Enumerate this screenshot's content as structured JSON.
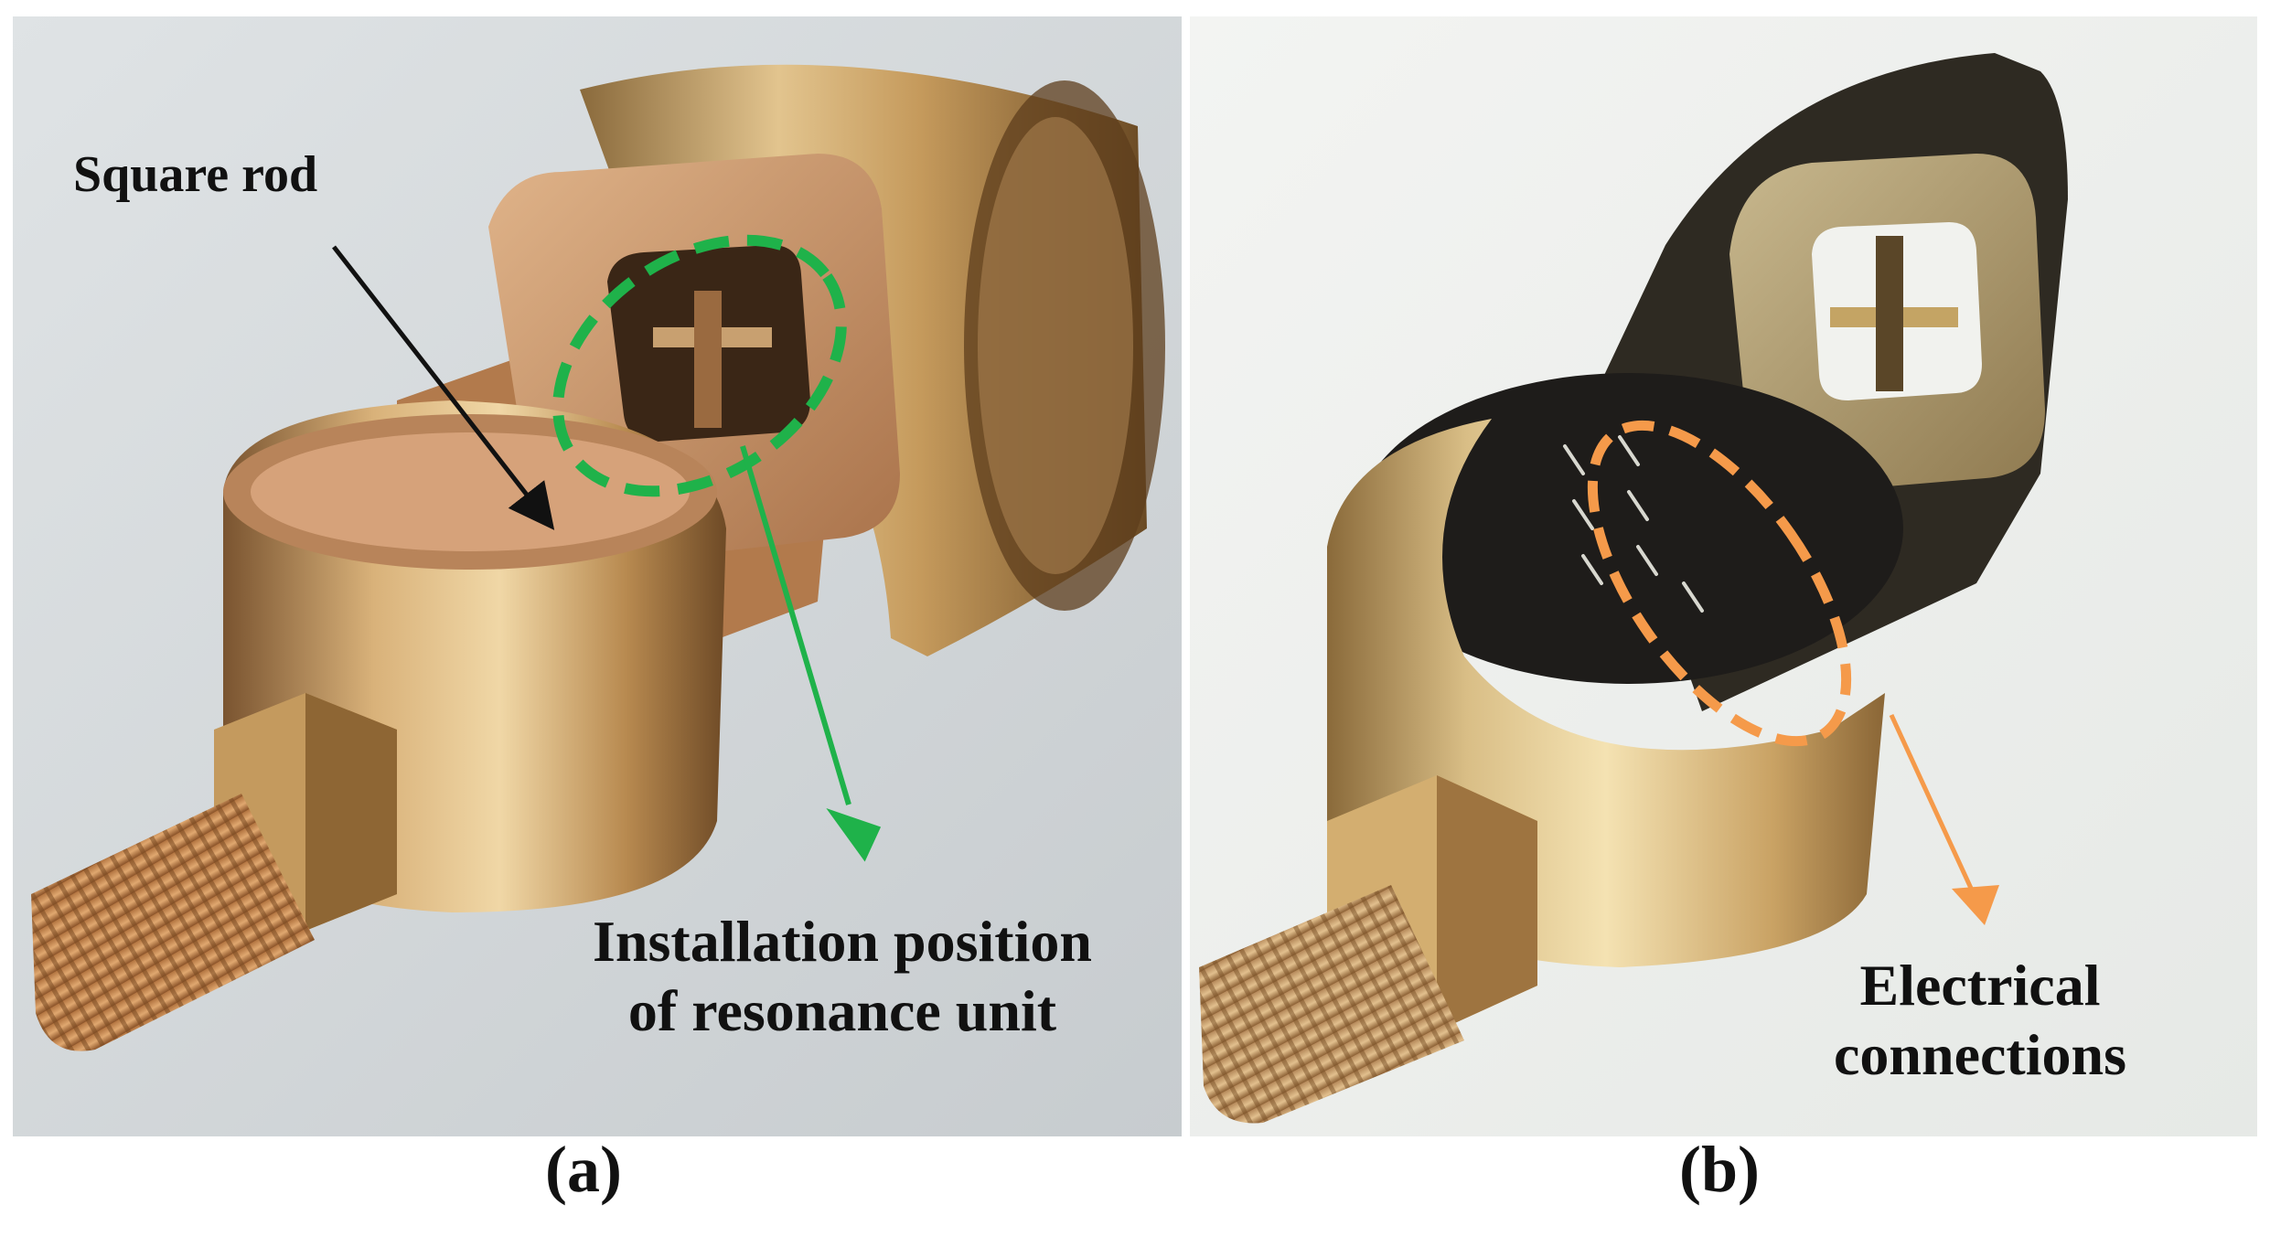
{
  "panel_a": {
    "label_square_rod": "Square rod",
    "label_install_line1": "Installation position",
    "label_install_line2": "of resonance unit",
    "caption": "(a)",
    "highlight_color": "#1fb24a"
  },
  "panel_b": {
    "label_electrical_line1": "Electrical",
    "label_electrical_line2": "connections",
    "caption": "(b)",
    "highlight_color": "#f59a4a"
  },
  "colors": {
    "brass_light": "#e2c08a",
    "brass_mid": "#b8864e",
    "brass_dark": "#6e4a26",
    "copper": "#c07a4a",
    "background_a": "#d4d8da",
    "background_b": "#eef0ee",
    "arrow_black": "#111111"
  }
}
